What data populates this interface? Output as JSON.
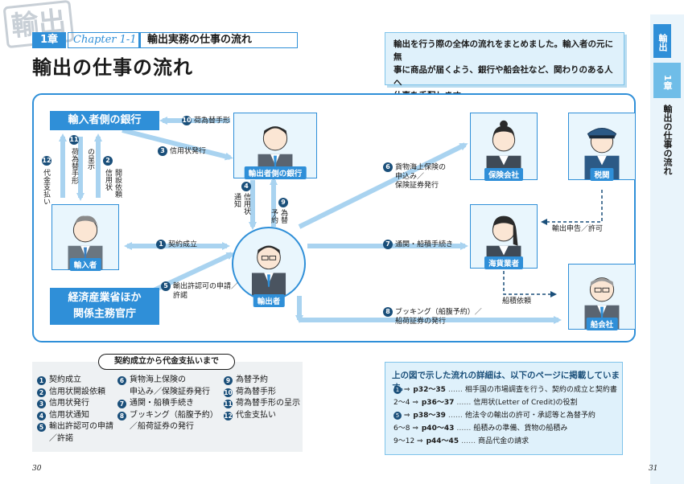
{
  "header": {
    "stamp": "輸出",
    "chapter_badge": "1章",
    "chapter_sub": "Chapter 1-1",
    "chapter_title": "輸出実務の仕事の流れ",
    "page_title": "輸出の仕事の流れ"
  },
  "intro": {
    "lines": [
      "輸出を行う際の全体の流れをまとめました。輸入者の元に無",
      "事に商品が届くよう、銀行や船会社など、関わりのある人へ",
      "仕事を手配します。"
    ]
  },
  "side": {
    "tab_export": "輸出",
    "tab_chapter": "1章",
    "vertical_title": "輸出の仕事の流れ"
  },
  "diagram": {
    "nodes": {
      "importer_bank": "輸入者側の銀行",
      "exporter_bank": "輸出者側の銀行",
      "importer": "輸入者",
      "exporter": "輸出者",
      "ministry_line1": "経済産業省ほか",
      "ministry_line2": "関係主務官庁",
      "insurance": "保険会社",
      "customs": "税関",
      "forwarder": "海貨業者",
      "shipping": "船会社"
    },
    "edges": {
      "e10": {
        "num": "10",
        "text": "荷為替手形"
      },
      "e3": {
        "num": "3",
        "text": "信用状発行"
      },
      "e1": {
        "num": "1",
        "text": "契約成立"
      },
      "e5": {
        "num": "5",
        "l1": "輸出許認可の申請／",
        "l2": "許諾"
      },
      "e6": {
        "num": "6",
        "l1": "貨物海上保険の",
        "l2": "申込み／",
        "l3": "保険証券発行"
      },
      "e7": {
        "num": "7",
        "text": "通関・船積手続き"
      },
      "e8": {
        "num": "8",
        "l1": "ブッキング（船腹予約）／",
        "l2": "船荷証券の発行"
      },
      "e11": {
        "num": "11",
        "l1": "荷為替手形",
        "l2": "の呈示"
      },
      "e12": {
        "num": "12",
        "text": "代金支払い"
      },
      "e2": {
        "num": "2",
        "l1": "信用状",
        "l2": "開設依頼"
      },
      "e4": {
        "num": "4",
        "l1": "信用状",
        "l2": "通知"
      },
      "e9": {
        "num": "9",
        "l1": "為替",
        "l2": "予約"
      },
      "export_declare": "輸出申告／許可",
      "ship_request": "船積依頼"
    }
  },
  "summary": {
    "heading": "契約成立から代金支払いまで",
    "col1": [
      {
        "n": "1",
        "t": "契約成立"
      },
      {
        "n": "2",
        "t": "信用状開設依頼"
      },
      {
        "n": "3",
        "t": "信用状発行"
      },
      {
        "n": "4",
        "t": "信用状通知"
      },
      {
        "n": "5",
        "t": "輸出許認可の申請"
      },
      {
        "n": "",
        "t": "／許諾"
      }
    ],
    "col2": [
      {
        "n": "6",
        "t": "貨物海上保険の"
      },
      {
        "n": "",
        "t": "申込み／保険証券発行"
      },
      {
        "n": "7",
        "t": "通関・船積手続き"
      },
      {
        "n": "8",
        "t": "ブッキング（船腹予約）"
      },
      {
        "n": "",
        "t": "／船荷証券の発行"
      }
    ],
    "col3": [
      {
        "n": "9",
        "t": "為替予約"
      },
      {
        "n": "10",
        "t": "荷為替手形"
      },
      {
        "n": "11",
        "t": "荷為替手形の呈示"
      },
      {
        "n": "12",
        "t": "代金支払い"
      }
    ]
  },
  "refs": {
    "heading": "上の図で示した流れの詳細は、以下のページに掲載しています。",
    "rows": [
      {
        "range": "1",
        "pages": "p32～35",
        "desc": "相手国の市場調査を行う、契約の成立と契約書"
      },
      {
        "range": "2～4",
        "pages": "p36～37",
        "desc": "信用状(Letter of Credit)の役割"
      },
      {
        "range": "5",
        "pages": "p38～39",
        "desc": "他法令の輸出の許可・承認等と為替予約"
      },
      {
        "range": "6～8",
        "pages": "p40～43",
        "desc": "船積みの準備、貨物の船積み"
      },
      {
        "range": "9～12",
        "pages": "p44～45",
        "desc": "商品代金の請求"
      }
    ],
    "dots": "……"
  },
  "folio": {
    "left": "30",
    "right": "31"
  },
  "colors": {
    "accent": "#2f8fd8",
    "dark": "#1a4f7a",
    "light": "#dff1fb"
  }
}
